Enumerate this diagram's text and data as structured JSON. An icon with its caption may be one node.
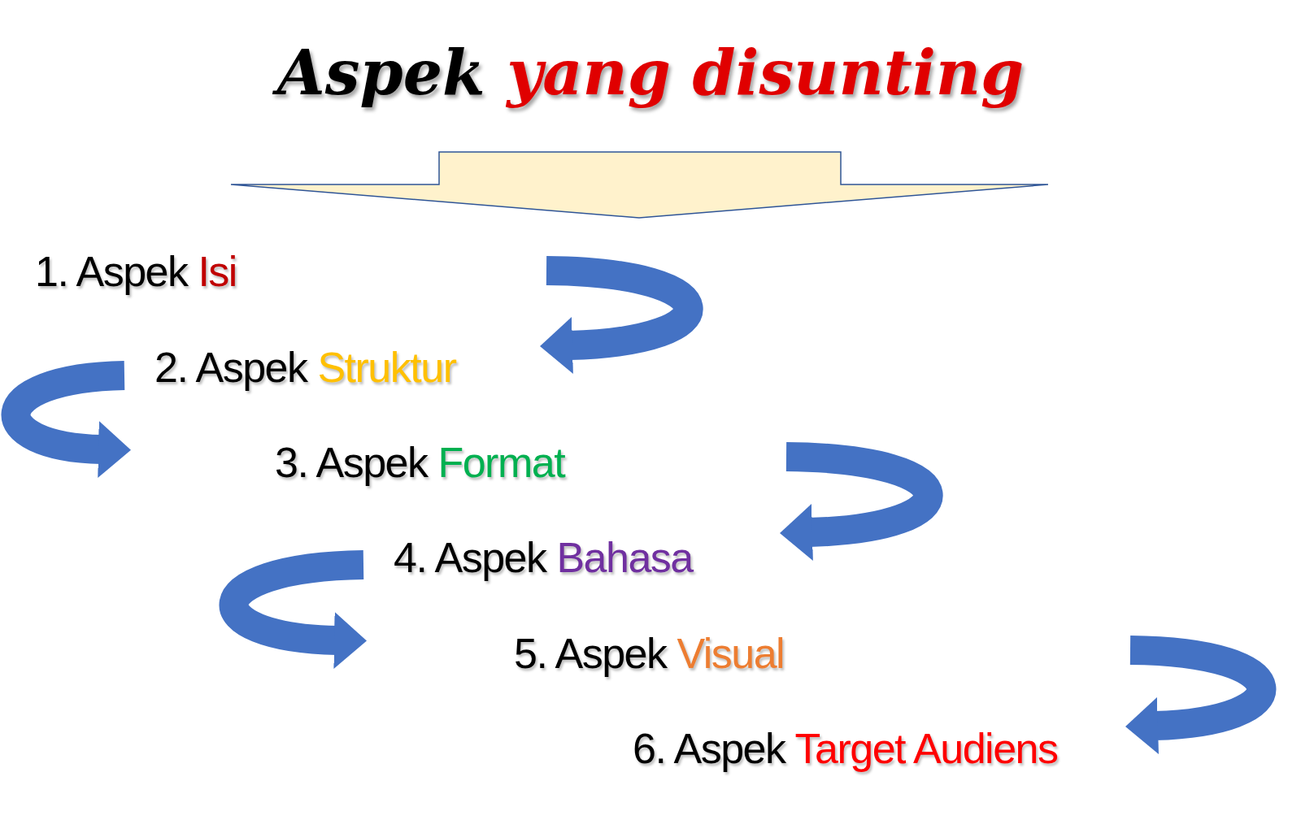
{
  "diagram": {
    "title": "Aspek yang disunting",
    "nodes": [
      {
        "text": [
          "1. Aspek Isi"
        ]
      },
      {
        "text": [
          "2. Aspek Struktur"
        ]
      },
      {
        "text": [
          "3. Aspek Format"
        ]
      },
      {
        "text": [
          "4. Aspek Bahasa"
        ]
      },
      {
        "text": [
          "5. Aspek Visual"
        ]
      },
      {
        "text": [
          "6. Aspek Target Audiens"
        ]
      }
    ]
  }
}
